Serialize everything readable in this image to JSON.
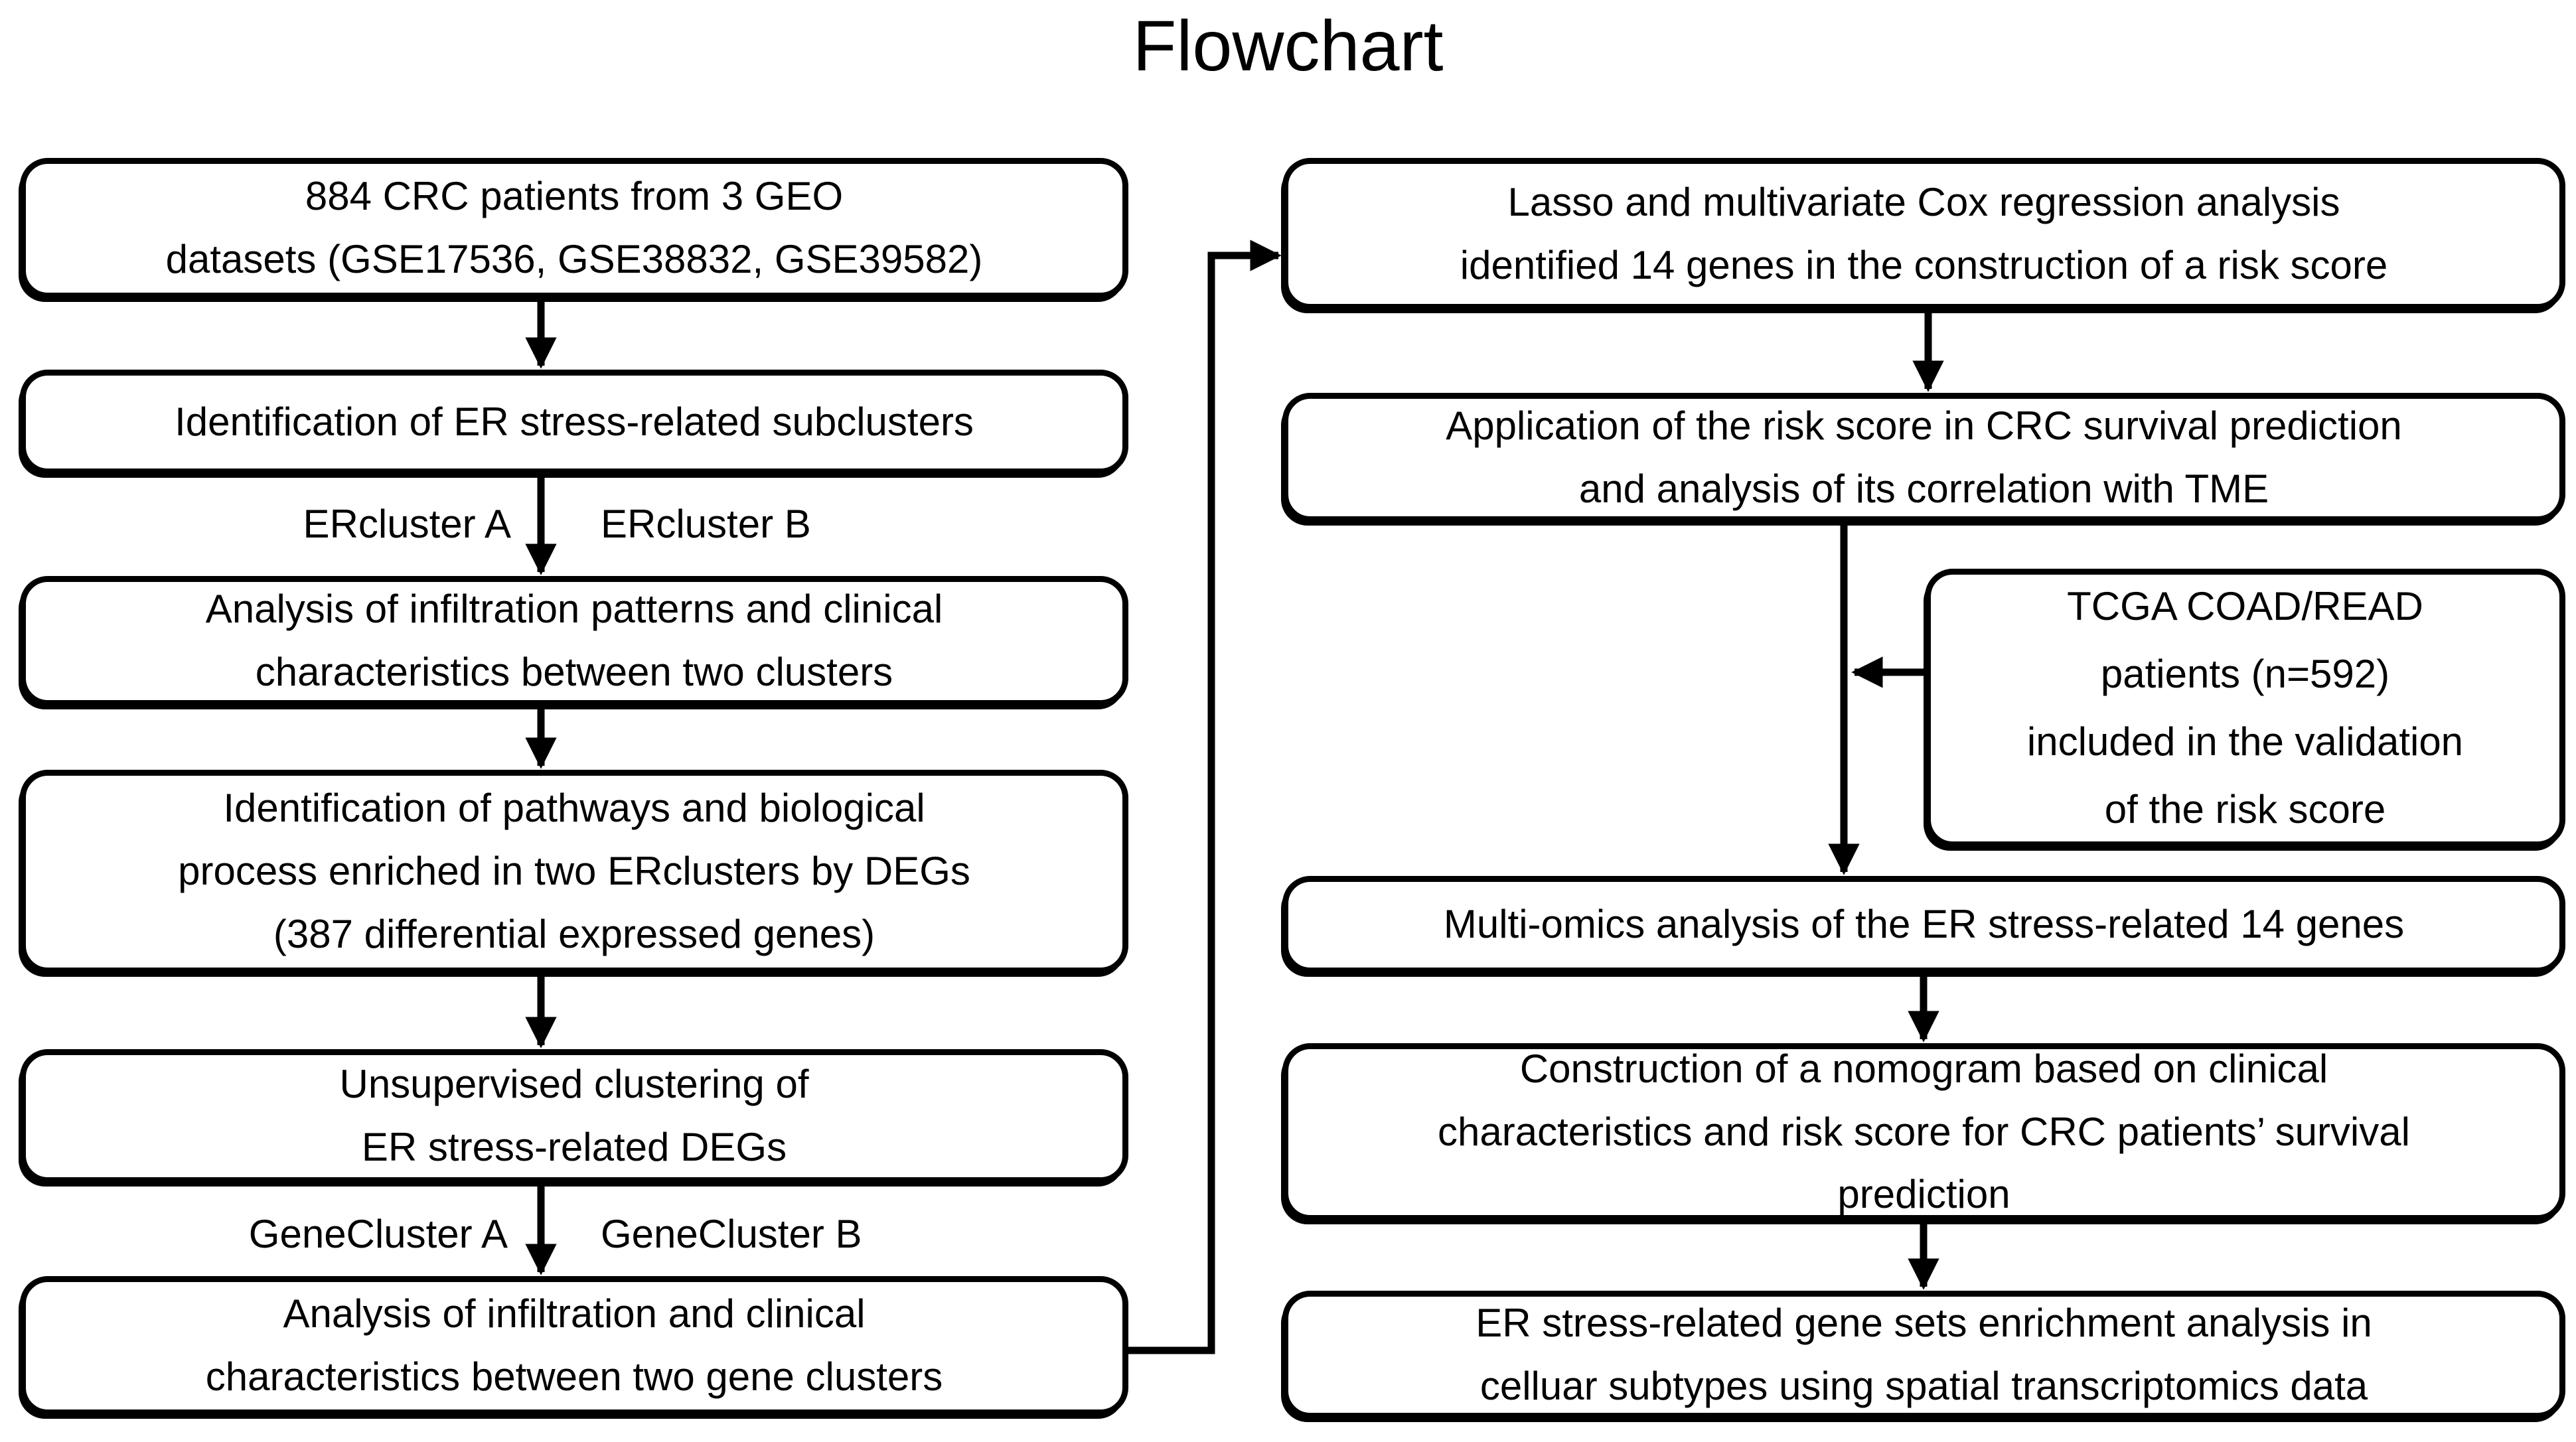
{
  "title": "Flowchart",
  "colors": {
    "background": "#ffffff",
    "box_fill": "#ffffff",
    "stroke": "#000000",
    "text": "#000000"
  },
  "nodes": {
    "geo_datasets": {
      "text": "884 CRC patients from 3 GEO\ndatasets (GSE17536, GSE38832, GSE39582)"
    },
    "er_subclusters": {
      "text": "Identification of ER stress-related subclusters"
    },
    "infiltration_clusters": {
      "text": "Analysis of infiltration patterns and clinical\ncharacteristics between two clusters"
    },
    "pathways_degs": {
      "text": "Identification of pathways and biological\nprocess enriched in two ERclusters by DEGs\n(387 differential expressed genes)"
    },
    "unsupervised_clustering": {
      "text": "Unsupervised clustering of\nER stress-related DEGs"
    },
    "gene_clusters_analysis": {
      "text": "Analysis of infiltration and clinical\ncharacteristics between two gene clusters"
    },
    "lasso_cox": {
      "text": "Lasso and multivariate Cox regression analysis\nidentified 14 genes in the construction of a risk score"
    },
    "risk_score_application": {
      "text": "Application of the risk score in CRC survival prediction\nand analysis of its correlation with TME"
    },
    "tcga_validation": {
      "text": "TCGA COAD/READ\npatients (n=592)\nincluded in the validation\nof the risk score"
    },
    "multi_omics": {
      "text": "Multi-omics analysis of the ER stress-related 14 genes"
    },
    "nomogram": {
      "text": "Construction of a nomogram based on clinical\ncharacteristics and risk score for CRC patients’ survival\nprediction"
    },
    "spatial_enrichment": {
      "text": "ER stress-related gene sets enrichment analysis in\ncelluar subtypes using spatial transcriptomics data"
    }
  },
  "branch_labels": {
    "ercluster_a": "ERcluster A",
    "ercluster_b": "ERcluster B",
    "genecluster_a": "GeneCluster A",
    "genecluster_b": "GeneCluster B"
  }
}
